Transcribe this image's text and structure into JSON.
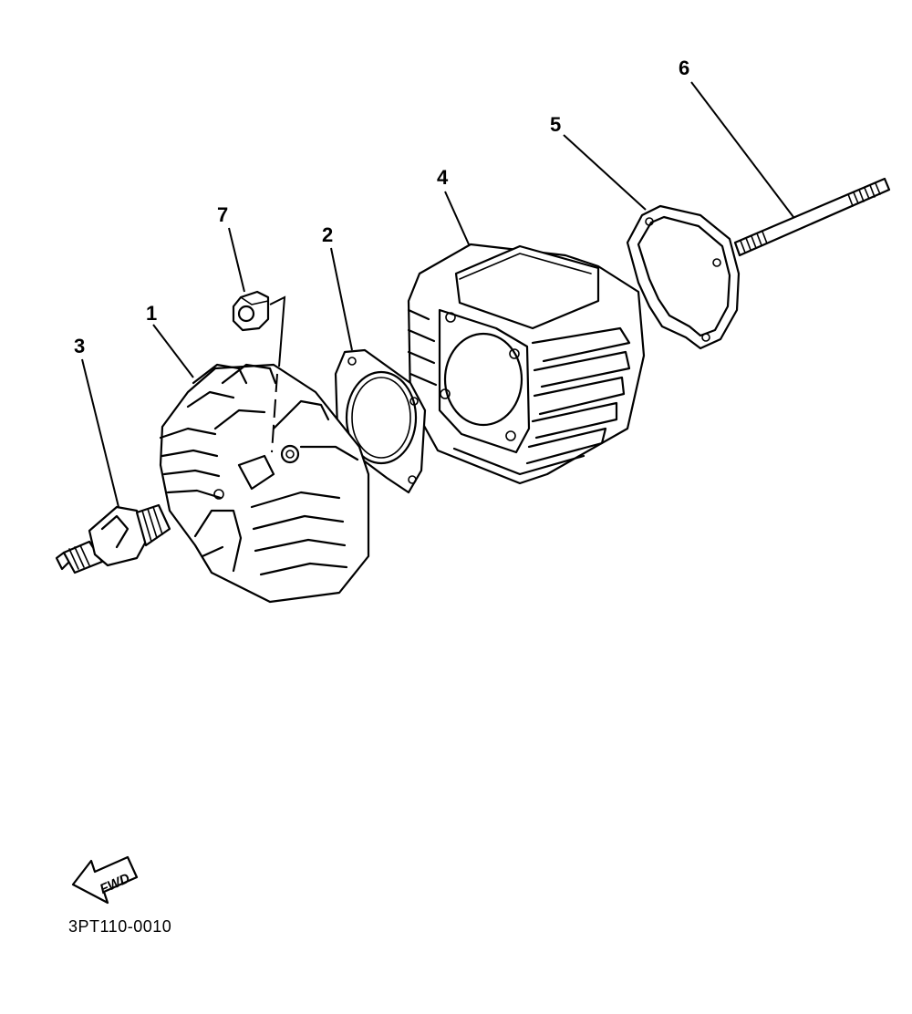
{
  "diagram": {
    "callouts": [
      {
        "id": "1",
        "label": "1"
      },
      {
        "id": "2",
        "label": "2"
      },
      {
        "id": "3",
        "label": "3"
      },
      {
        "id": "4",
        "label": "4"
      },
      {
        "id": "5",
        "label": "5"
      },
      {
        "id": "6",
        "label": "6"
      },
      {
        "id": "7",
        "label": "7"
      }
    ],
    "fwd_label": "FWD",
    "diagram_code": "3PT110-0010"
  }
}
